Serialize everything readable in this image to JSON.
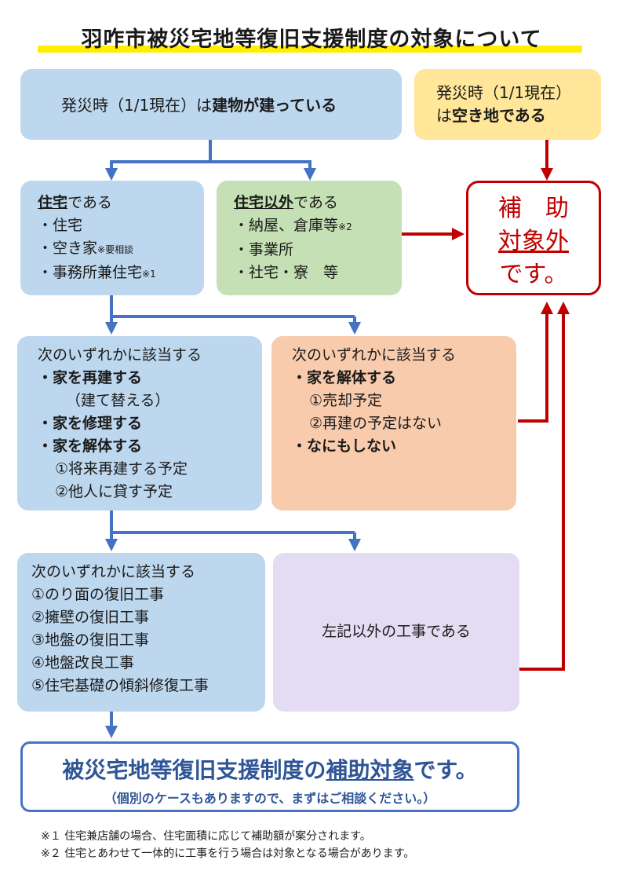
{
  "title": "羽咋市被災宅地等復旧支援制度の対象について",
  "top_left": {
    "text_plain": "発災時（1/1現在）は",
    "text_bold": "建物が建っている"
  },
  "top_right": {
    "line1": "発災時（1/1現在）",
    "line2_plain": "は",
    "line2_bold": "空き地である"
  },
  "housing": {
    "heading_u": "住宅",
    "heading_rest": "である",
    "items": [
      "・住宅",
      "・空き家",
      "・事務所兼住宅"
    ],
    "item2_note": "※要相談",
    "item3_note": "※1"
  },
  "non_housing": {
    "heading_u": "住宅以外",
    "heading_rest": "である",
    "items": [
      "・納屋、倉庫等",
      "・事業所",
      "・社宅・寮　等"
    ],
    "item1_note": "※2"
  },
  "result": {
    "line1": "補　助",
    "line2": "対象外",
    "line3": "です。"
  },
  "blue_mid": {
    "heading": "次のいずれかに該当する",
    "l1": "・家を再建する",
    "l2": "（建て替える）",
    "l3": "・家を修理する",
    "l4": "・家を解体する",
    "l5": "①将来再建する予定",
    "l6": "②他人に貸す予定"
  },
  "orange_mid": {
    "heading": "次のいずれかに該当する",
    "l1": "・家を解体する",
    "l2": "①売却予定",
    "l3": "②再建の予定はない",
    "l4": "・なにもしない"
  },
  "blue_low": {
    "heading": "次のいずれかに該当する",
    "items": [
      "①のり面の復旧工事",
      "②擁壁の復旧工事",
      "③地盤の復旧工事",
      "④地盤改良工事",
      "⑤住宅基礎の傾斜修復工事"
    ]
  },
  "purple_low": {
    "text": "左記以外の工事である"
  },
  "final": {
    "main_pre": "被災宅地等復旧支援制度の",
    "main_u": "補助対象",
    "main_post": "です。",
    "sub": "（個別のケースもありますので、まずはご相談ください。）"
  },
  "footnotes": [
    "※１ 住宅兼店舗の場合、住宅面積に応じて補助額が案分されます。",
    "※２ 住宅とあわせて一体的に工事を行う場合は対象となる場合があります。"
  ],
  "colors": {
    "blue_arrow": "#4472c4",
    "red_arrow": "#c00000",
    "highlight": "#ffee00"
  }
}
